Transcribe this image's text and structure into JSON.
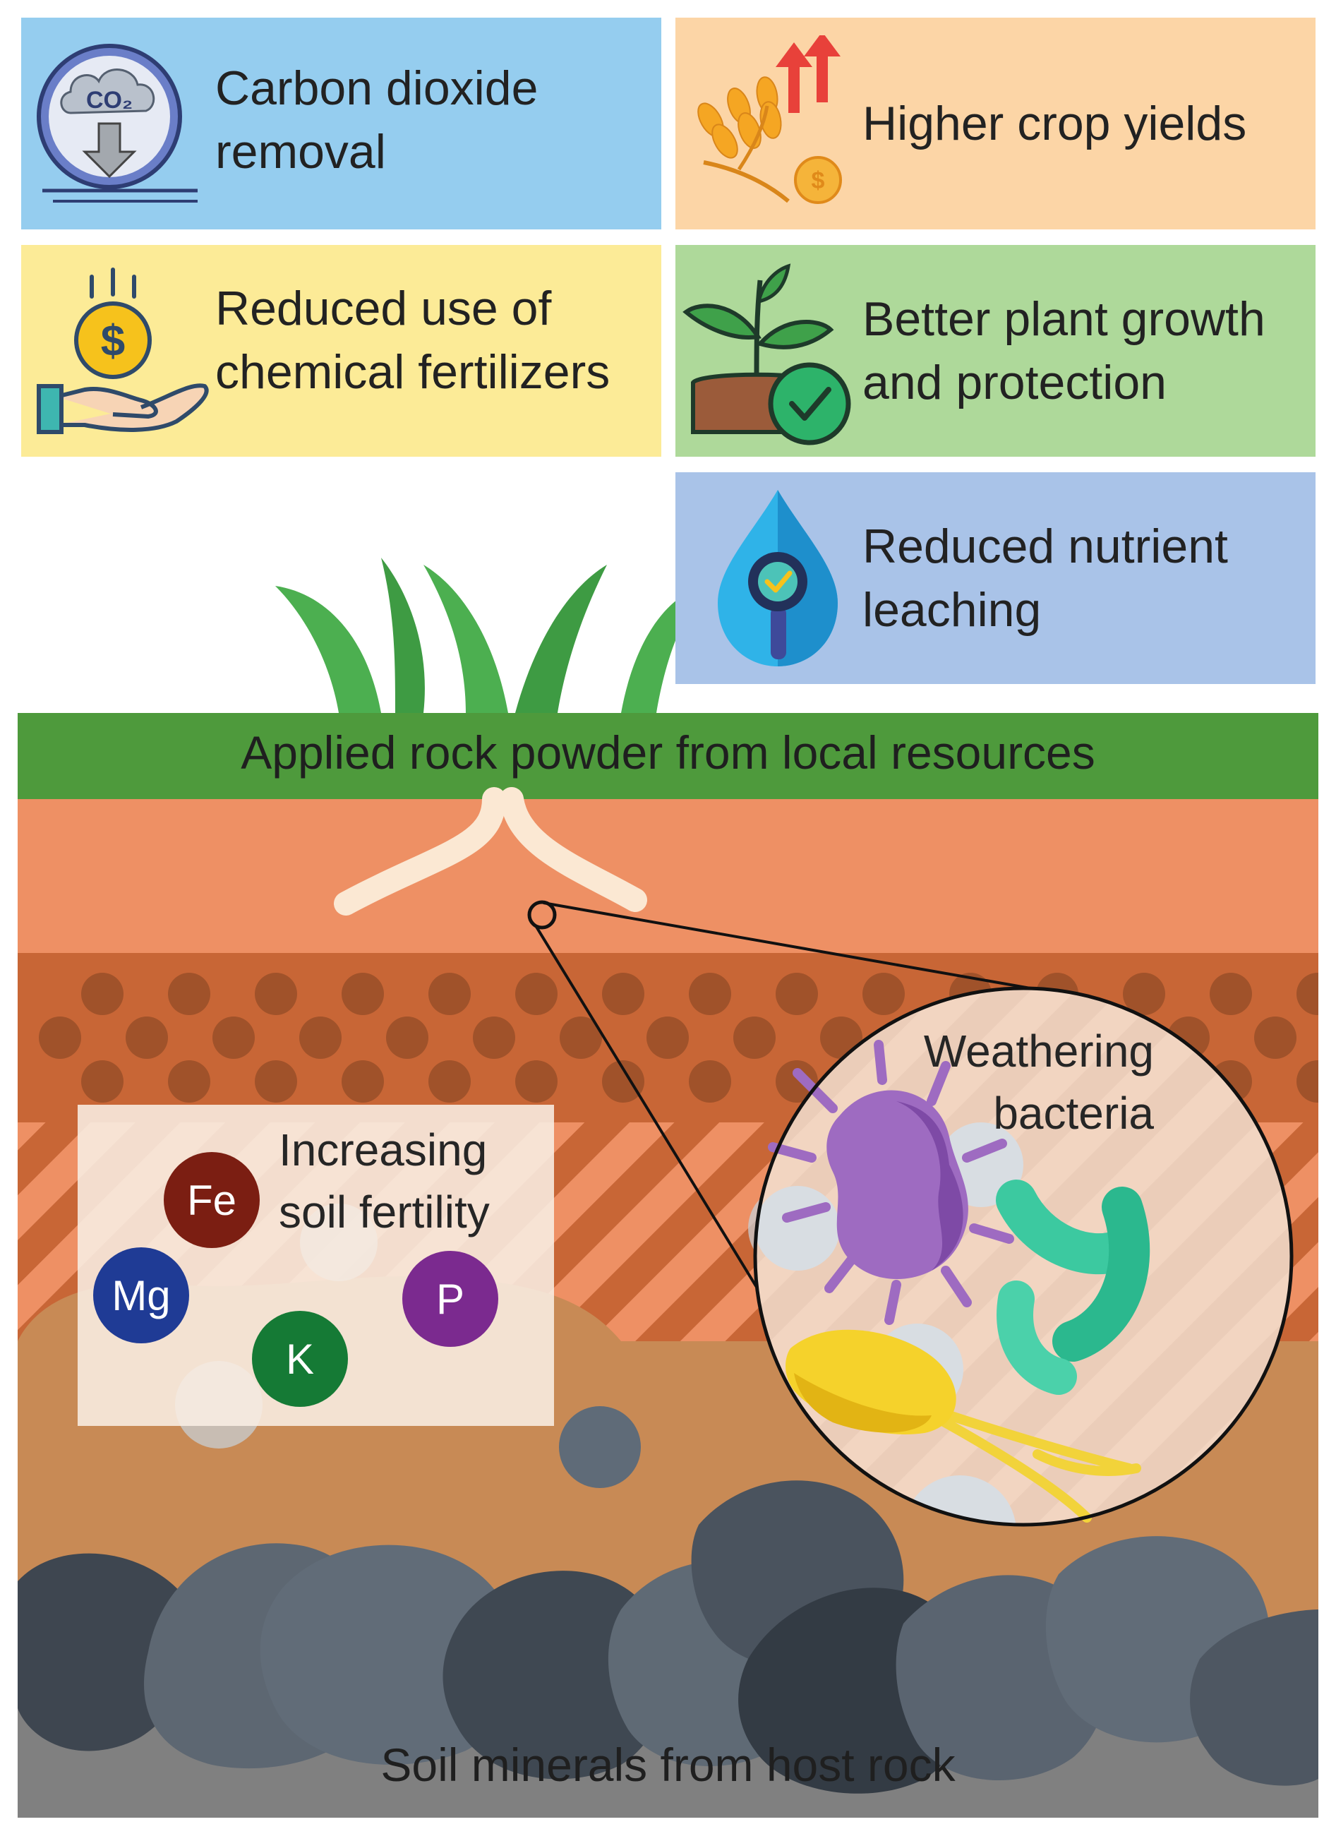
{
  "benefits": {
    "co2": {
      "text": "Carbon dioxide\nremoval",
      "icon": "co2-cloud-icon",
      "color": "#95CDEF",
      "icon_label": "CO₂"
    },
    "yield": {
      "text": "Higher crop yields",
      "icon": "crop-growth-icon",
      "color": "#FCD5A6"
    },
    "fert": {
      "text": "Reduced use of\nchemical fertilizers",
      "icon": "money-hand-icon",
      "color": "#FCEB97"
    },
    "growth": {
      "text": "Better plant growth\nand protection",
      "icon": "plant-check-icon",
      "color": "#AED99A"
    },
    "leach": {
      "text": "Reduced nutrient\nleaching",
      "icon": "water-drop-icon",
      "color": "#A9C3E8"
    }
  },
  "layers": {
    "rock_powder": {
      "label": "Applied rock powder from local resources",
      "color": "#4E9A3C"
    },
    "topsoil_color": "#EE9064",
    "mid_soil_color": "#C86636",
    "subsoil_color": "#C88A55",
    "host_rock": {
      "label": "Soil minerals from host rock",
      "color": "#808080"
    }
  },
  "fertility": {
    "title": "Increasing\nsoil fertility",
    "elements": [
      {
        "symbol": "Fe",
        "color": "#7B1E12"
      },
      {
        "symbol": "Mg",
        "color": "#1F3B95"
      },
      {
        "symbol": "K",
        "color": "#157A35"
      },
      {
        "symbol": "P",
        "color": "#7B2A8F"
      }
    ]
  },
  "zoom": {
    "title": "Weathering\nbacteria"
  }
}
